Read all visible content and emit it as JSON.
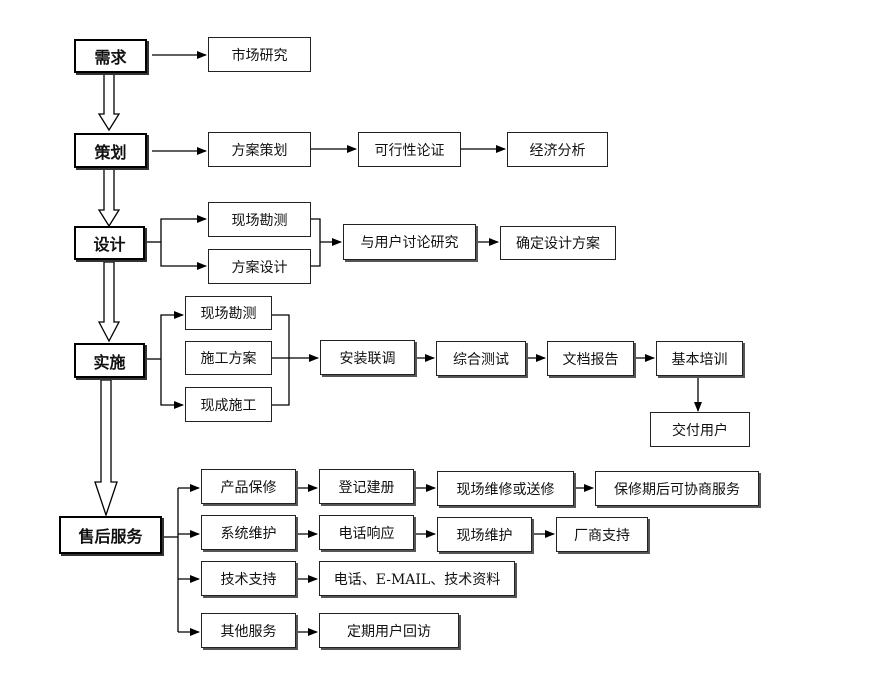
{
  "stages": [
    {
      "id": "xq",
      "label": "需求"
    },
    {
      "id": "ch",
      "label": "策划"
    },
    {
      "id": "sj",
      "label": "设计"
    },
    {
      "id": "ss",
      "label": "实施"
    },
    {
      "id": "sh",
      "label": "售后服务"
    }
  ],
  "nodes": {
    "market_research": "市场研究",
    "plan_design": "方案策划",
    "feasibility": "可行性论证",
    "economic_analysis": "经济分析",
    "site_survey_design": "现场勘测",
    "scheme_design": "方案设计",
    "discuss_with_user": "与用户讨论研究",
    "confirm_design": "确定设计方案",
    "site_survey_impl": "现场勘测",
    "construction_plan": "施工方案",
    "onsite_construction": "现成施工",
    "install_debug": "安装联调",
    "integration_test": "综合测试",
    "doc_report": "文档报告",
    "basic_training": "基本培训",
    "deliver_user": "交付用户",
    "product_warranty": "产品保修",
    "register_record": "登记建册",
    "repair_or_send": "现场维修或送修",
    "post_warranty": "保修期后可协商服务",
    "system_maintenance": "系统维护",
    "phone_response": "电话响应",
    "onsite_maintenance": "现场维护",
    "vendor_support": "厂商支持",
    "tech_support": "技术支持",
    "phone_email_docs": "电话、E-MAIL、技术资料",
    "other_services": "其他服务",
    "periodic_visit": "定期用户回访"
  }
}
